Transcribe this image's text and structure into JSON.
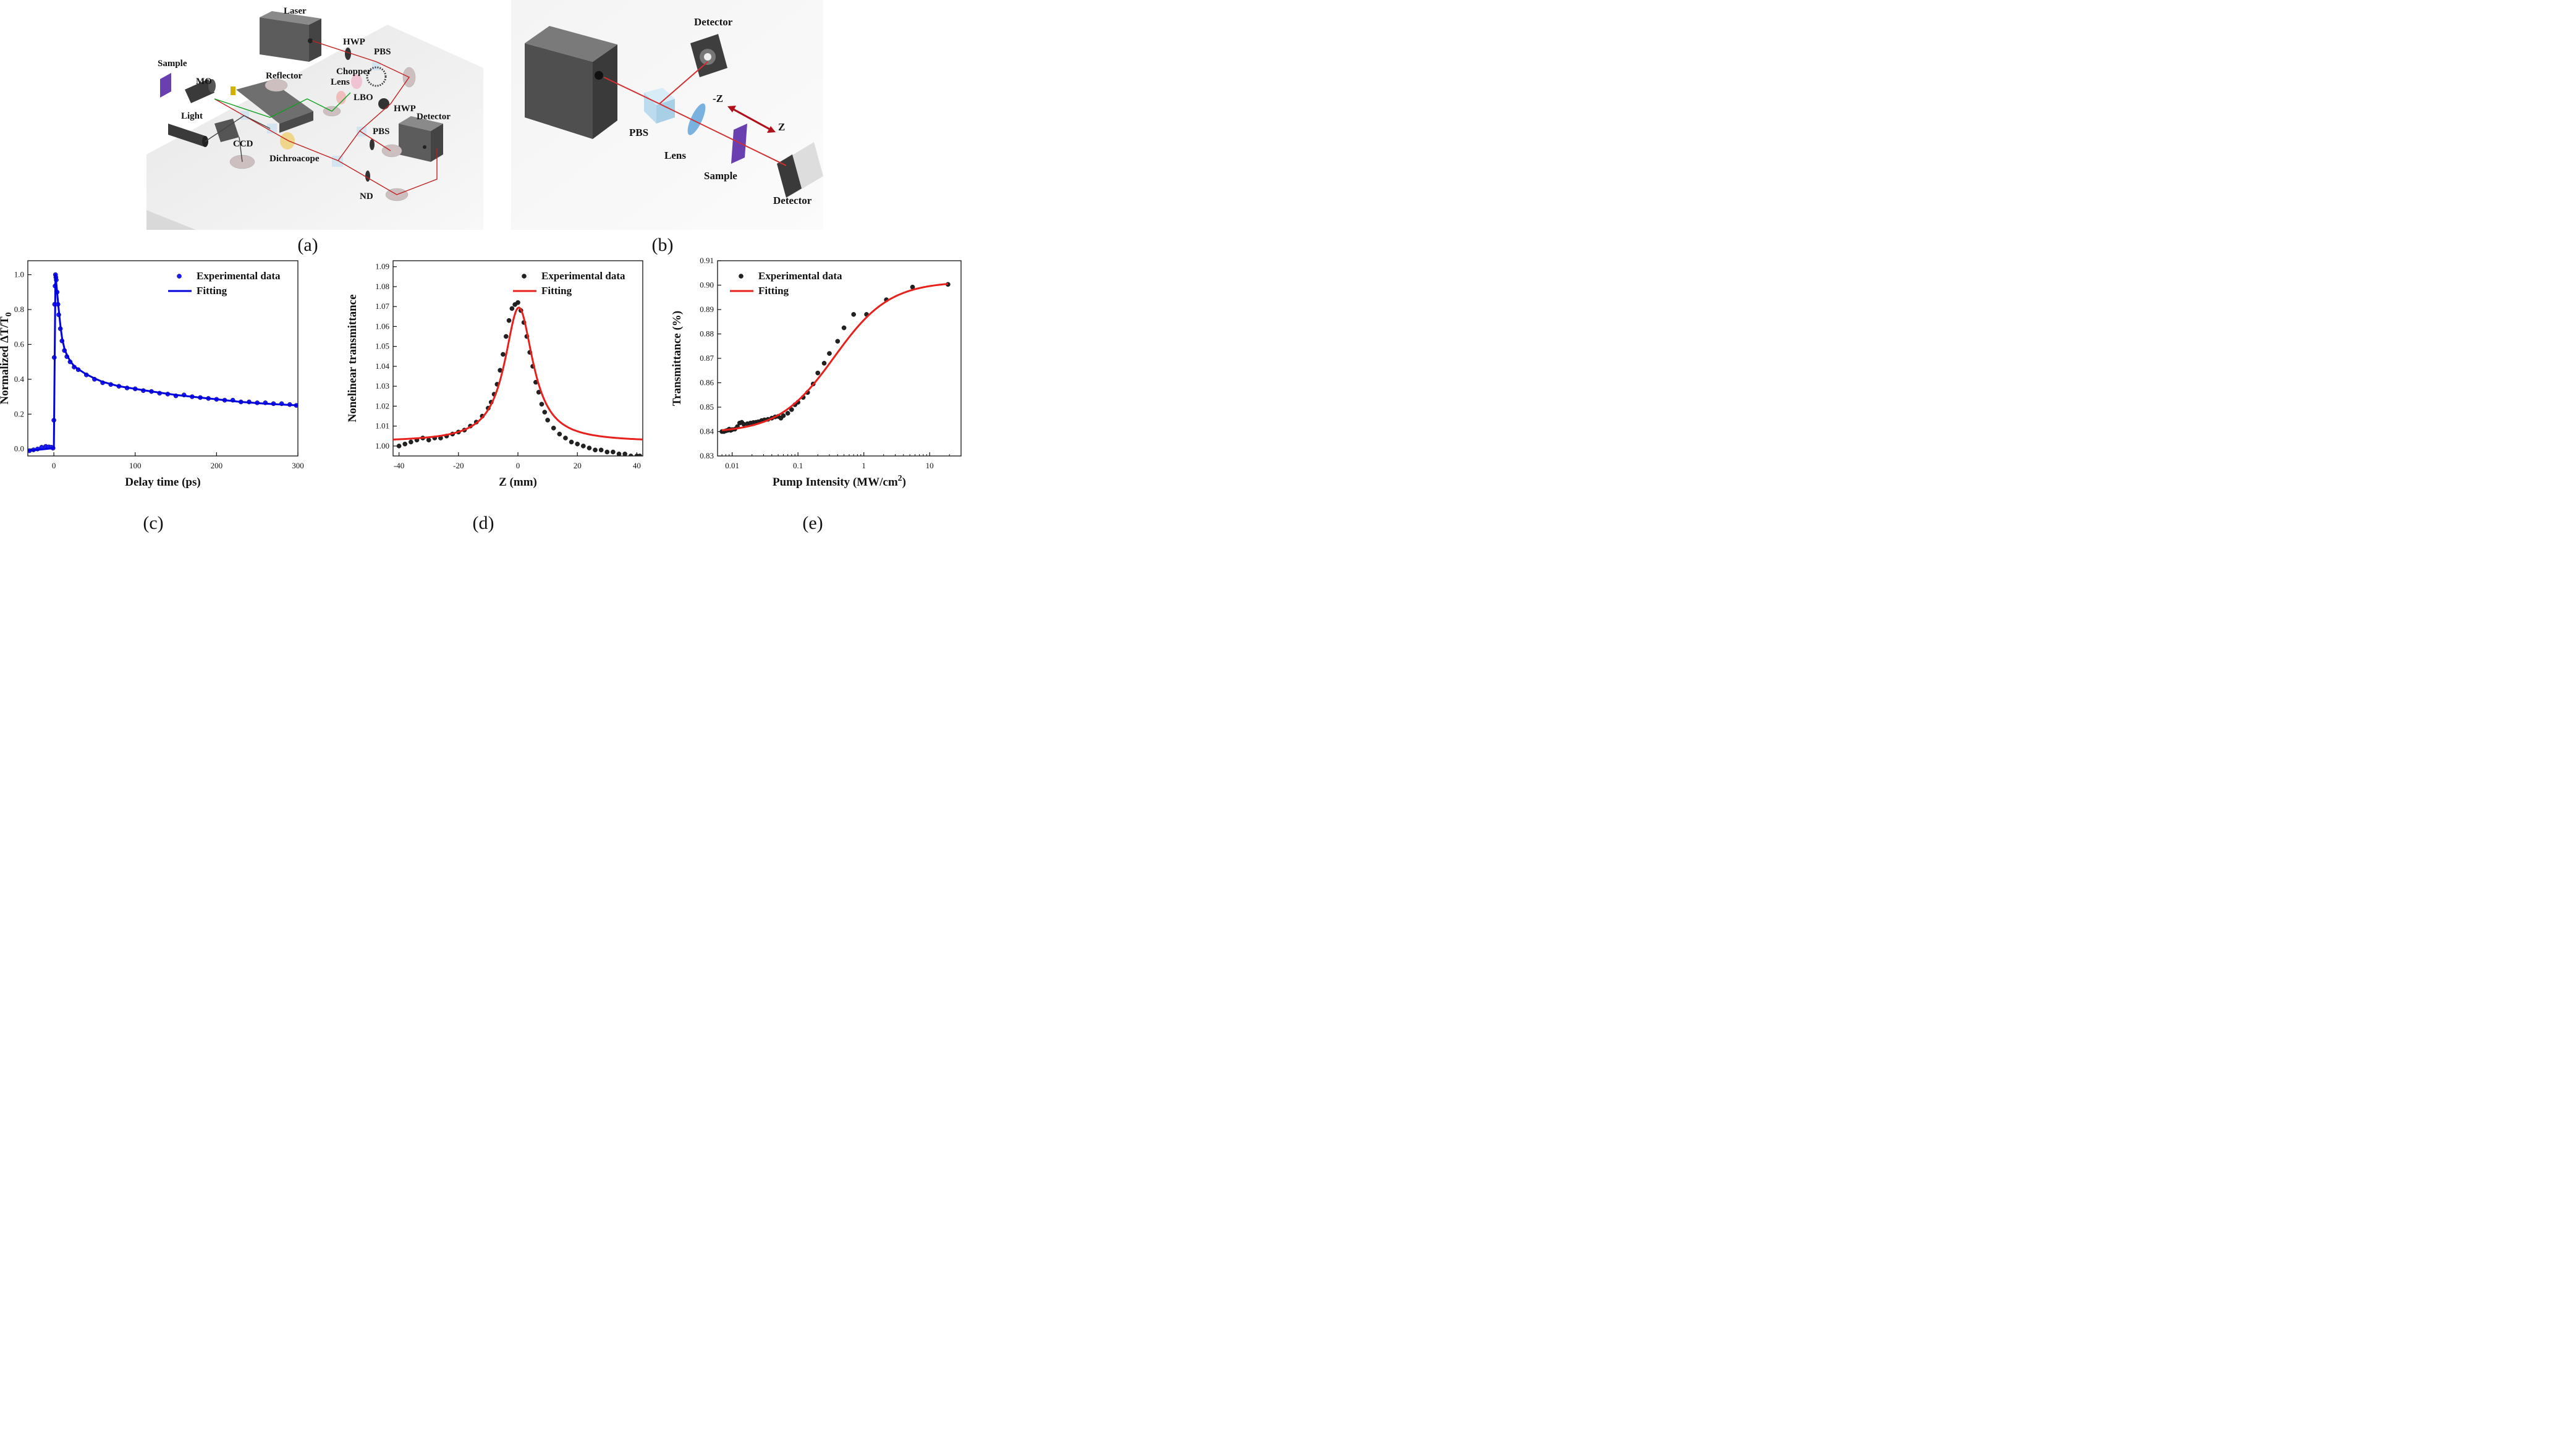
{
  "panel_labels": {
    "a": "(a)",
    "b": "(b)",
    "c": "(c)",
    "d": "(d)",
    "e": "(e)"
  },
  "diagram_a": {
    "laser": "Laser",
    "hwp1": "HWP",
    "pbs1": "PBS",
    "sample": "Sample",
    "mo": "MO",
    "reflector": "Reflector",
    "chopper": "Chopper",
    "lens": "Lens",
    "lbo": "LBO",
    "hwp2": "HWP",
    "light": "Light",
    "detector": "Detector",
    "ccd": "CCD",
    "pbs2": "PBS",
    "dichroscope": "Dichroacope",
    "nd": "ND"
  },
  "diagram_b": {
    "detector_top": "Detector",
    "minus_z": "-Z",
    "z": "Z",
    "pbs": "PBS",
    "lens": "Lens",
    "sample": "Sample",
    "detector_bottom": "Detector"
  },
  "chart_data": [
    {
      "id": "c",
      "type": "scatter",
      "xlabel": "Delay time (ps)",
      "ylabel_main": "Normalized ΔT/T",
      "ylabel_sub": "0",
      "xlim": [
        -32,
        300
      ],
      "ylim": [
        -0.04,
        1.08
      ],
      "xticks": [
        0,
        100,
        200,
        300
      ],
      "yticks": [
        0.0,
        0.2,
        0.4,
        0.6,
        0.8,
        1.0
      ],
      "xtick_labels": [
        "0",
        "100",
        "200",
        "300"
      ],
      "ytick_labels": [
        "0.0",
        "0.2",
        "0.4",
        "0.6",
        "0.8",
        "1.0"
      ],
      "colors": {
        "data": "#1a1aff",
        "fit": "#0000dd"
      },
      "series": [
        {
          "name": "Experimental data",
          "kind": "points",
          "x": [
            -30,
            -25,
            -20,
            -15,
            -10,
            -6,
            -3,
            -1,
            0,
            0.5,
            1,
            1.5,
            2,
            2.5,
            3,
            4,
            5,
            6,
            8,
            10,
            13,
            16,
            20,
            25,
            30,
            40,
            50,
            60,
            70,
            80,
            90,
            100,
            110,
            120,
            130,
            140,
            150,
            160,
            170,
            180,
            190,
            200,
            210,
            220,
            230,
            240,
            250,
            260,
            270,
            280,
            290,
            298
          ],
          "y": [
            -0.01,
            -0.005,
            0.0,
            0.01,
            0.015,
            0.012,
            0.01,
            0.005,
            0.165,
            0.525,
            0.83,
            0.935,
            1.0,
            0.985,
            0.97,
            0.9,
            0.83,
            0.77,
            0.69,
            0.62,
            0.565,
            0.53,
            0.5,
            0.47,
            0.455,
            0.425,
            0.4,
            0.38,
            0.37,
            0.36,
            0.35,
            0.345,
            0.335,
            0.33,
            0.32,
            0.315,
            0.305,
            0.31,
            0.3,
            0.295,
            0.29,
            0.285,
            0.28,
            0.28,
            0.27,
            0.27,
            0.265,
            0.265,
            0.26,
            0.26,
            0.255,
            0.25
          ]
        },
        {
          "name": "Fitting",
          "kind": "line",
          "x": [
            -32,
            -10,
            0,
            2,
            4,
            6,
            8,
            10,
            13,
            16,
            20,
            25,
            30,
            40,
            50,
            60,
            80,
            100,
            120,
            150,
            180,
            200,
            230,
            260,
            300
          ],
          "y": [
            -0.01,
            0.0,
            0.005,
            1.0,
            0.9,
            0.8,
            0.71,
            0.64,
            0.575,
            0.54,
            0.505,
            0.475,
            0.458,
            0.428,
            0.405,
            0.385,
            0.36,
            0.345,
            0.33,
            0.31,
            0.295,
            0.285,
            0.27,
            0.26,
            0.25
          ]
        }
      ],
      "legend_position": "top-right"
    },
    {
      "id": "d",
      "type": "scatter",
      "xlabel": "Z (mm)",
      "ylabel": "Nonelinear transmittance",
      "xlim": [
        -42,
        42
      ],
      "ylim": [
        0.995,
        1.093
      ],
      "xticks": [
        -40,
        -20,
        0,
        20,
        40
      ],
      "yticks": [
        1.0,
        1.01,
        1.02,
        1.03,
        1.04,
        1.05,
        1.06,
        1.07,
        1.08,
        1.09
      ],
      "xtick_labels": [
        "-40",
        "-20",
        "0",
        "20",
        "40"
      ],
      "ytick_labels": [
        "1.00",
        "1.01",
        "1.02",
        "1.03",
        "1.04",
        "1.05",
        "1.06",
        "1.07",
        "1.08",
        "1.09"
      ],
      "colors": {
        "data": "#222222",
        "fit": "#e8201c"
      },
      "series": [
        {
          "name": "Experimental data",
          "kind": "points",
          "x": [
            -40,
            -38,
            -36,
            -34,
            -32,
            -30,
            -28,
            -26,
            -24,
            -22,
            -20,
            -18,
            -16,
            -14,
            -12,
            -10,
            -9,
            -8,
            -7,
            -6,
            -5,
            -4,
            -3,
            -2,
            -1,
            0,
            1,
            2,
            3,
            4,
            5,
            6,
            7,
            8,
            9,
            10,
            12,
            14,
            16,
            18,
            20,
            22,
            24,
            26,
            28,
            30,
            32,
            34,
            36,
            38,
            40,
            41
          ],
          "y": [
            1.0,
            1.001,
            1.002,
            1.003,
            1.004,
            1.003,
            1.004,
            1.004,
            1.005,
            1.006,
            1.007,
            1.008,
            1.01,
            1.012,
            1.015,
            1.019,
            1.022,
            1.026,
            1.031,
            1.038,
            1.046,
            1.055,
            1.063,
            1.069,
            1.071,
            1.072,
            1.068,
            1.062,
            1.055,
            1.047,
            1.04,
            1.032,
            1.027,
            1.021,
            1.017,
            1.013,
            1.009,
            1.006,
            1.004,
            1.002,
            1.001,
            1.0,
            0.999,
            0.998,
            0.998,
            0.997,
            0.997,
            0.996,
            0.996,
            0.995,
            0.995,
            0.995
          ]
        },
        {
          "name": "Fitting",
          "kind": "line",
          "formula": "lorentz",
          "params": {
            "base": 1.002,
            "amp": 0.0675,
            "center": 0.3,
            "width": 5.8
          },
          "x": [
            -42,
            42
          ]
        }
      ],
      "legend_position": "top-right"
    },
    {
      "id": "e",
      "type": "scatter",
      "xlabel_main": "Pump Intensity (MW/cm",
      "xlabel_sup": "2",
      "xlabel_end": ")",
      "ylabel": "Transmittance (%)",
      "xscale": "log",
      "xlim": [
        0.006,
        30
      ],
      "ylim": [
        0.83,
        0.91
      ],
      "xticks": [
        0.01,
        0.1,
        1,
        10
      ],
      "yticks": [
        0.83,
        0.84,
        0.85,
        0.86,
        0.87,
        0.88,
        0.89,
        0.9,
        0.91
      ],
      "xtick_labels": [
        "0.01",
        "0.1",
        "1",
        "10"
      ],
      "ytick_labels": [
        "0.83",
        "0.84",
        "0.85",
        "0.86",
        "0.87",
        "0.88",
        "0.89",
        "0.90",
        "0.91"
      ],
      "colors": {
        "data": "#222222",
        "fit": "#e8201c"
      },
      "series": [
        {
          "name": "Experimental data",
          "kind": "points",
          "x": [
            0.007,
            0.0075,
            0.008,
            0.0085,
            0.009,
            0.0095,
            0.01,
            0.011,
            0.012,
            0.013,
            0.014,
            0.015,
            0.017,
            0.019,
            0.021,
            0.023,
            0.025,
            0.028,
            0.031,
            0.035,
            0.04,
            0.045,
            0.05,
            0.055,
            0.06,
            0.07,
            0.08,
            0.09,
            0.1,
            0.12,
            0.14,
            0.17,
            0.2,
            0.25,
            0.3,
            0.4,
            0.5,
            0.7,
            1.1,
            2.2,
            5.5,
            19
          ],
          "y": [
            0.84,
            0.84,
            0.8403,
            0.8405,
            0.841,
            0.8405,
            0.8408,
            0.841,
            0.842,
            0.8435,
            0.8438,
            0.843,
            0.8432,
            0.8435,
            0.8437,
            0.8438,
            0.844,
            0.8445,
            0.8448,
            0.845,
            0.8455,
            0.846,
            0.8462,
            0.8455,
            0.8465,
            0.8475,
            0.849,
            0.851,
            0.852,
            0.854,
            0.856,
            0.8595,
            0.864,
            0.868,
            0.872,
            0.877,
            0.8825,
            0.888,
            0.888,
            0.894,
            0.8992,
            0.9003
          ]
        },
        {
          "name": "Fitting",
          "kind": "line",
          "formula": "sigmoid_log",
          "params": {
            "low": 0.8395,
            "high": 0.9015,
            "log10_center": -0.45,
            "log_width": 0.42
          },
          "x": [
            0.007,
            19
          ]
        }
      ],
      "legend_position": "top-left"
    }
  ]
}
